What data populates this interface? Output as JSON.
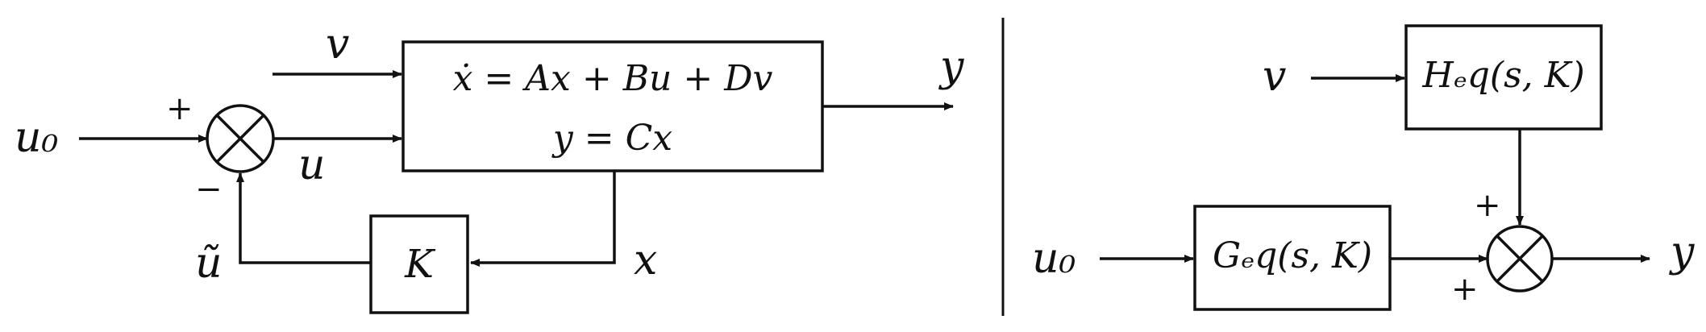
{
  "left": {
    "input_u0": "u₀",
    "input_v": "v",
    "output_y": "y",
    "state_x": "x",
    "signal_u": "u",
    "signal_u_tilde": "ũ",
    "plus_sign": "+",
    "minus_sign": "−",
    "plant_eq1": "ẋ = Ax + Bu + Dv",
    "plant_eq2": "y = Cx",
    "gain": "K"
  },
  "right": {
    "input_v": "v",
    "input_u0": "u₀",
    "output_y": "y",
    "block_h": "Hₑq(s, K)",
    "block_g": "Gₑq(s, K)",
    "plus_top": "+",
    "plus_bottom": "+"
  }
}
